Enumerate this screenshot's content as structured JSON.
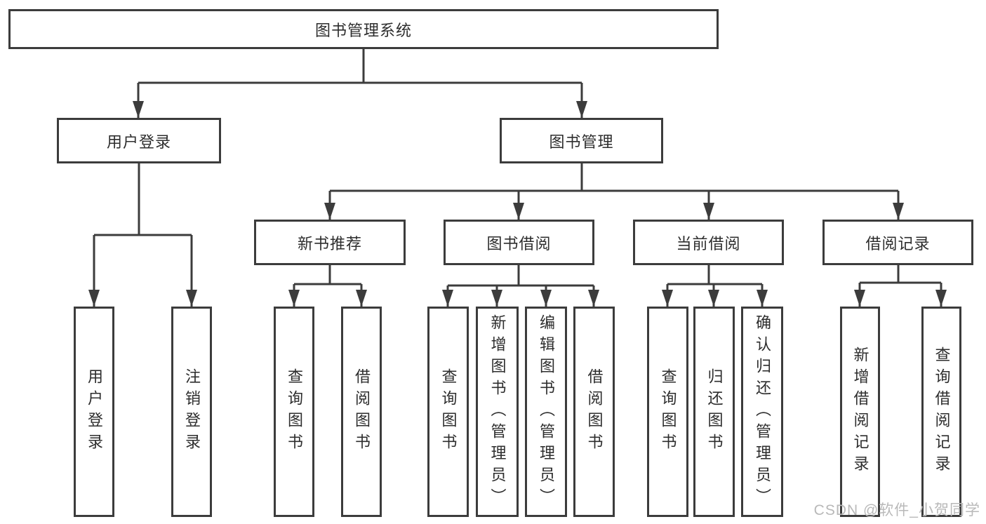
{
  "tree": {
    "root": {
      "label": "图书管理系统"
    },
    "children": [
      {
        "label": "用户登录",
        "children": [
          {
            "label": "用户登录"
          },
          {
            "label": "注销登录"
          }
        ]
      },
      {
        "label": "图书管理",
        "children": [
          {
            "label": "新书推荐",
            "children": [
              {
                "label": "查询图书"
              },
              {
                "label": "借阅图书"
              }
            ]
          },
          {
            "label": "图书借阅",
            "children": [
              {
                "label": "查询图书"
              },
              {
                "label": "新增图书（管理员）"
              },
              {
                "label": "编辑图书（管理员）"
              },
              {
                "label": "借阅图书"
              }
            ]
          },
          {
            "label": "当前借阅",
            "children": [
              {
                "label": "查询图书"
              },
              {
                "label": "归还图书"
              },
              {
                "label": "确认归还（管理员）"
              }
            ]
          },
          {
            "label": "借阅记录",
            "children": [
              {
                "label": "新增借阅记录"
              },
              {
                "label": "查询借阅记录"
              }
            ]
          }
        ]
      }
    ]
  },
  "watermark": "CSDN @软件_小贺同学",
  "colors": {
    "line": "#3c3c3c",
    "text": "#2d2d2d",
    "box_background": "#ffffff",
    "watermark": "#b9b9b9"
  }
}
